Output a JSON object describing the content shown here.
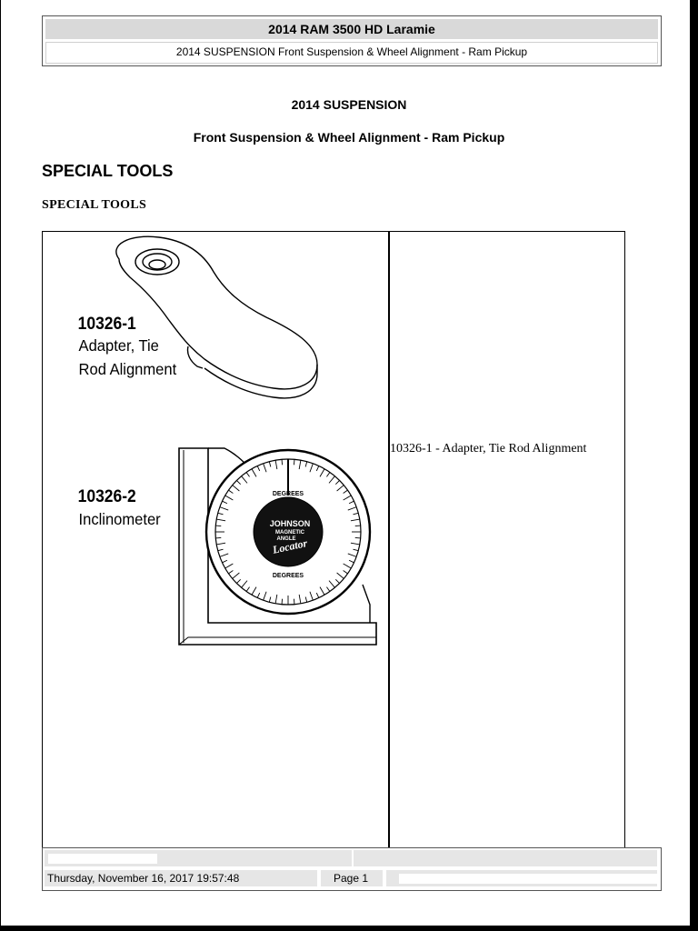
{
  "header": {
    "vehicle": "2014 RAM 3500 HD Laramie",
    "section": "2014 SUSPENSION Front Suspension & Wheel Alignment - Ram Pickup"
  },
  "document": {
    "title": "2014 SUSPENSION",
    "subtitle": "Front Suspension & Wheel Alignment - Ram Pickup",
    "heading": "SPECIAL TOOLS",
    "subheading": "SPECIAL TOOLS"
  },
  "tools": [
    {
      "number": "10326-1",
      "name_line1": "Adapter, Tie",
      "name_line2": "Rod Alignment"
    },
    {
      "number": "10326-2",
      "name_line1": "Inclinometer",
      "name_line2": ""
    }
  ],
  "gauge": {
    "brand": "JOHNSON",
    "line1": "MAGNETIC",
    "line2": "ANGLE",
    "script": "Locator",
    "degrees_top": "DEGREES",
    "degrees_bottom": "DEGREES"
  },
  "table": {
    "description": "10326-1 - Adapter, Tie Rod Alignment"
  },
  "footer": {
    "date": "Thursday, November 16, 2017 19:57:48",
    "page": "Page 1"
  }
}
